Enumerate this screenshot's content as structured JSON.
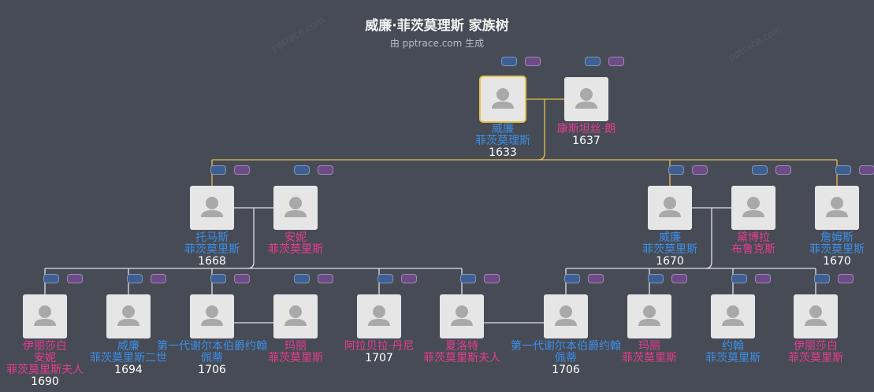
{
  "header": {
    "title": "威廉·菲茨莫理斯 家族树",
    "subtitle": "由 pptrace.com 生成",
    "watermark": "pptrace.com"
  },
  "colors": {
    "background": "#474b55",
    "male": "#3b8fe8",
    "female": "#e83c8f",
    "root_link": "#e8c04b",
    "link": "#e0e0e0"
  },
  "people": [
    {
      "id": "p1",
      "gender": "male",
      "root": true,
      "lines": [
        "威廉",
        "菲茨莫理斯"
      ],
      "year": "1633"
    },
    {
      "id": "p2",
      "gender": "female",
      "lines": [
        "康斯坦丝·朗"
      ],
      "year": "1637"
    },
    {
      "id": "p3",
      "gender": "male",
      "lines": [
        "托马斯",
        "菲茨莫里斯"
      ],
      "year": "1668"
    },
    {
      "id": "p4",
      "gender": "female",
      "lines": [
        "安妮",
        "菲茨莫里斯"
      ],
      "year": ""
    },
    {
      "id": "p5",
      "gender": "male",
      "lines": [
        "威廉",
        "菲茨莫里斯"
      ],
      "year": "1670"
    },
    {
      "id": "p6",
      "gender": "female",
      "lines": [
        "黛博拉",
        "布鲁克斯"
      ],
      "year": ""
    },
    {
      "id": "p7",
      "gender": "male",
      "lines": [
        "詹姆斯",
        "菲茨莫里斯"
      ],
      "year": "1670"
    },
    {
      "id": "p8",
      "gender": "female",
      "lines": [
        "伊丽莎白",
        "安妮",
        "菲茨莫里斯夫人"
      ],
      "year": "1690"
    },
    {
      "id": "p9",
      "gender": "male",
      "lines": [
        "威廉",
        "菲茨莫里斯二世"
      ],
      "year": "1694"
    },
    {
      "id": "p10",
      "gender": "male",
      "lines": [
        "第一代谢尔本伯爵约翰",
        "佩蒂"
      ],
      "year": "1706"
    },
    {
      "id": "p11",
      "gender": "female",
      "lines": [
        "玛丽",
        "菲茨莫里斯"
      ],
      "year": ""
    },
    {
      "id": "p12",
      "gender": "female",
      "lines": [
        "阿拉贝拉·丹尼"
      ],
      "year": "1707"
    },
    {
      "id": "p13",
      "gender": "female",
      "lines": [
        "夏洛特",
        "菲茨莫里斯夫人"
      ],
      "year": ""
    },
    {
      "id": "p14",
      "gender": "male",
      "lines": [
        "第一代谢尔本伯爵约翰",
        "佩蒂"
      ],
      "year": "1706"
    },
    {
      "id": "p15",
      "gender": "female",
      "lines": [
        "玛丽",
        "菲茨莫里斯"
      ],
      "year": ""
    },
    {
      "id": "p16",
      "gender": "male",
      "lines": [
        "约翰",
        "菲茨莫里斯"
      ],
      "year": ""
    },
    {
      "id": "p17",
      "gender": "female",
      "lines": [
        "伊丽莎白",
        "菲茨莫里斯"
      ],
      "year": ""
    }
  ]
}
